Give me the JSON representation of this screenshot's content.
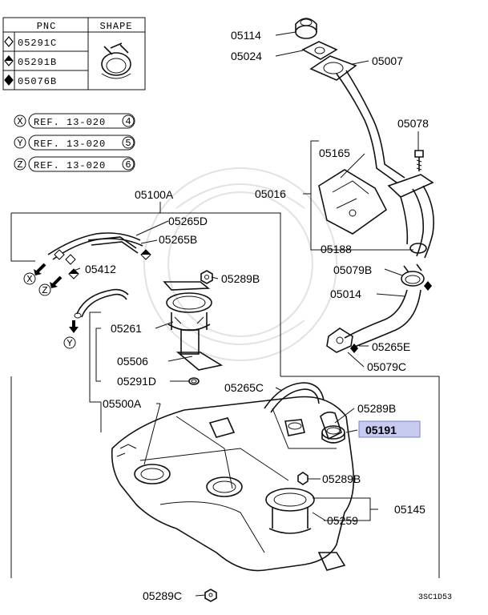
{
  "legend": {
    "header_pnc": "PNC",
    "header_shape": "SHAPE",
    "rows": [
      {
        "symbol": "hollow-diamond-icon",
        "pnc": "05291C"
      },
      {
        "symbol": "half-diamond-icon",
        "pnc": "05291B"
      },
      {
        "symbol": "filled-diamond-icon",
        "pnc": "05076B"
      }
    ]
  },
  "references": [
    {
      "letter": "X",
      "ref": "REF. 13-020",
      "num": "4"
    },
    {
      "letter": "Y",
      "ref": "REF. 13-020",
      "num": "5"
    },
    {
      "letter": "Z",
      "ref": "REF. 13-020",
      "num": "6"
    }
  ],
  "callouts": {
    "p05114": "05114",
    "p05024": "05024",
    "p05007": "05007",
    "p05078": "05078",
    "p05165": "05165",
    "p05016": "05016",
    "p05188": "05188",
    "p05079B": "05079B",
    "p05014": "05014",
    "p05265E": "05265E",
    "p05079C": "05079C",
    "p05100A": "05100A",
    "p05265D": "05265D",
    "p05265B": "05265B",
    "p05412": "05412",
    "p05289B_1": "05289B",
    "p05261": "05261",
    "p05506": "05506",
    "p05291D": "05291D",
    "p05500A": "05500A",
    "p05265C": "05265C",
    "p05289B_2": "05289B",
    "p05191": "05191",
    "p05289B_3": "05289B",
    "p05145": "05145",
    "p05259": "05259",
    "p05289C": "05289C"
  },
  "arrow_letters": {
    "x": "X",
    "z": "Z",
    "y": "Y"
  },
  "highlight_color": "#c8cbf0",
  "footer_code": "3SC1D53"
}
